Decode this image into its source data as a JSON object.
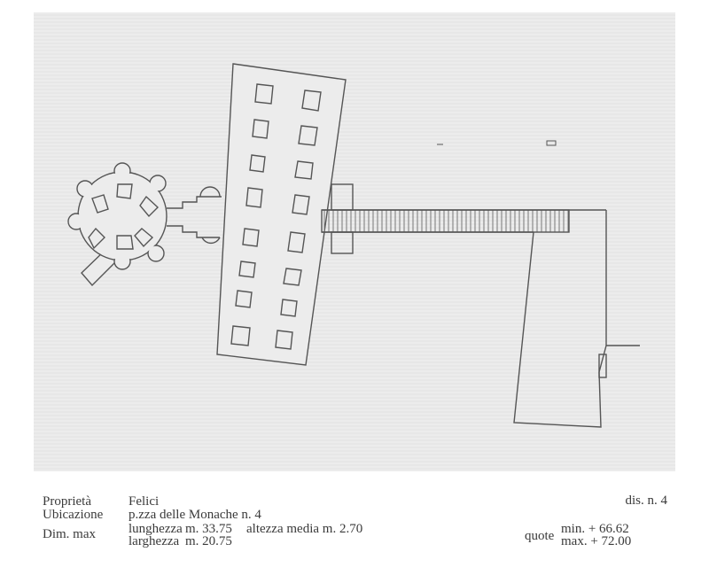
{
  "caption": {
    "drawing_number": "dis. n. 4",
    "property_label": "Proprietà",
    "property_value": "Felici",
    "location_label": "Ubicazione",
    "location_value": "p.zza delle Monache n. 4",
    "dimensions_label": "Dim. max",
    "length_label": "lunghezza",
    "length_value": "m. 33.75",
    "width_label": "larghezza",
    "width_value": "m. 20.75",
    "avg_height": "altezza media m. 2.70",
    "elevation_label": "quote",
    "elevation_min": "min. + 66.62",
    "elevation_max": "max. + 72.00"
  }
}
